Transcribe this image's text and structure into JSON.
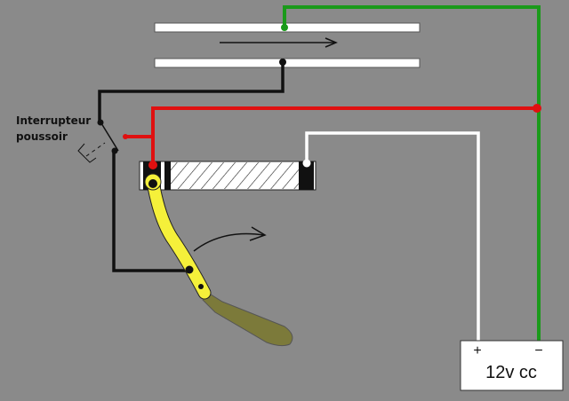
{
  "switch_label": {
    "line1": "Interrupteur",
    "line2": "poussoir"
  },
  "battery": {
    "plus": "+",
    "minus": "−",
    "label": "12v cc"
  },
  "colors": {
    "background": "#8a8a8a",
    "positive_wire": "#ffffff",
    "negative_wire": "#1a9a1a",
    "feed_wire": "#e01010",
    "control_wire": "#111111",
    "arm": "#f5f03a",
    "lever": "#7c7a3a"
  }
}
